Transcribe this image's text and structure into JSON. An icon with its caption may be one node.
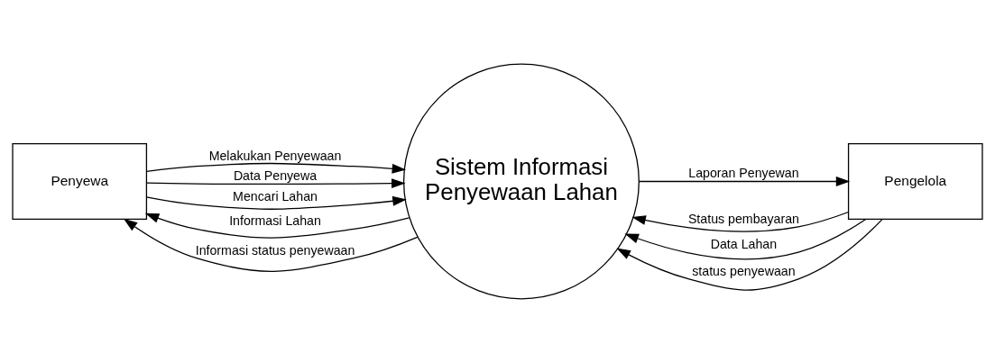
{
  "diagram": {
    "nodes": [
      {
        "text": [
          "Penyewa"
        ]
      },
      {
        "text": [
          "Sistem Informasi Penyewaan Lahan"
        ]
      },
      {
        "text": [
          "Pengelola"
        ]
      }
    ],
    "edges": [
      {
        "from": 0,
        "to": 1,
        "arrow": "to",
        "label": "Melakukan Penyewaan"
      },
      {
        "from": 0,
        "to": 1,
        "arrow": "to",
        "label": "Data Penyewa"
      },
      {
        "from": 0,
        "to": 1,
        "arrow": "to",
        "label": "Mencari Lahan"
      },
      {
        "from": 1,
        "to": 0,
        "arrow": "to",
        "label": "Informasi Lahan"
      },
      {
        "from": 1,
        "to": 0,
        "arrow": "to",
        "label": "Informasi status penyewaan"
      },
      {
        "from": 2,
        "to": 1,
        "arrow": "to",
        "label": "Status pembayaran"
      },
      {
        "from": 2,
        "to": 1,
        "arrow": "to",
        "label": "Data Lahan"
      },
      {
        "from": 2,
        "to": 1,
        "arrow": "to",
        "label": "status penyewaan"
      },
      {
        "from": 1,
        "to": 2,
        "arrow": "to",
        "label": "Laporan Penyewan"
      }
    ]
  }
}
